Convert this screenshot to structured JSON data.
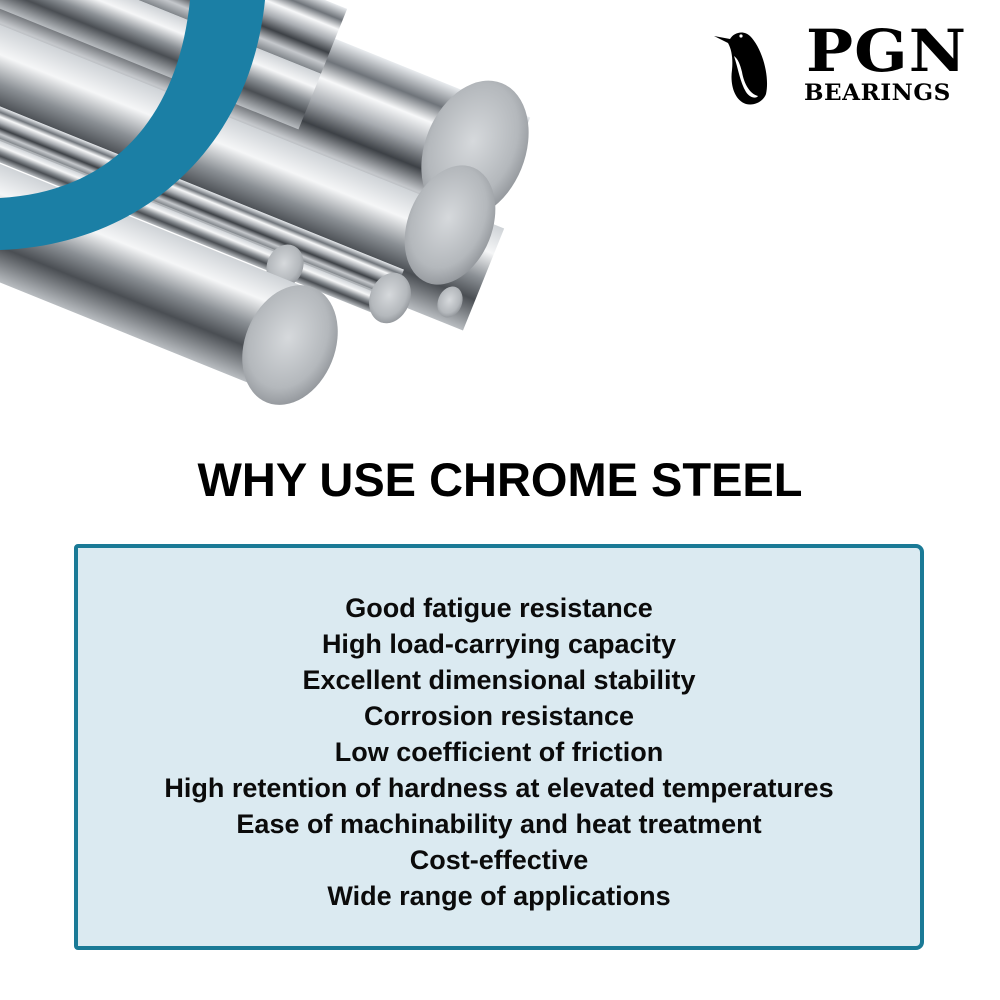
{
  "brand": {
    "name": "PGN",
    "tagline": "BEARINGS",
    "logo_icon": "penguin-icon"
  },
  "hero": {
    "subject": "polished chrome steel rods",
    "accent_arc_color": "#1b7fa5"
  },
  "title": "WHY USE CHROME STEEL",
  "benefits_box": {
    "background": "#dbeaf1",
    "border_color": "#1a7a96",
    "items": [
      "Good fatigue resistance",
      "High load-carrying capacity",
      "Excellent dimensional stability",
      "Corrosion resistance",
      "Low coefficient of friction",
      "High retention of hardness at elevated temperatures",
      "Ease of machinability and heat treatment",
      "Cost-effective",
      "Wide range of applications"
    ]
  }
}
